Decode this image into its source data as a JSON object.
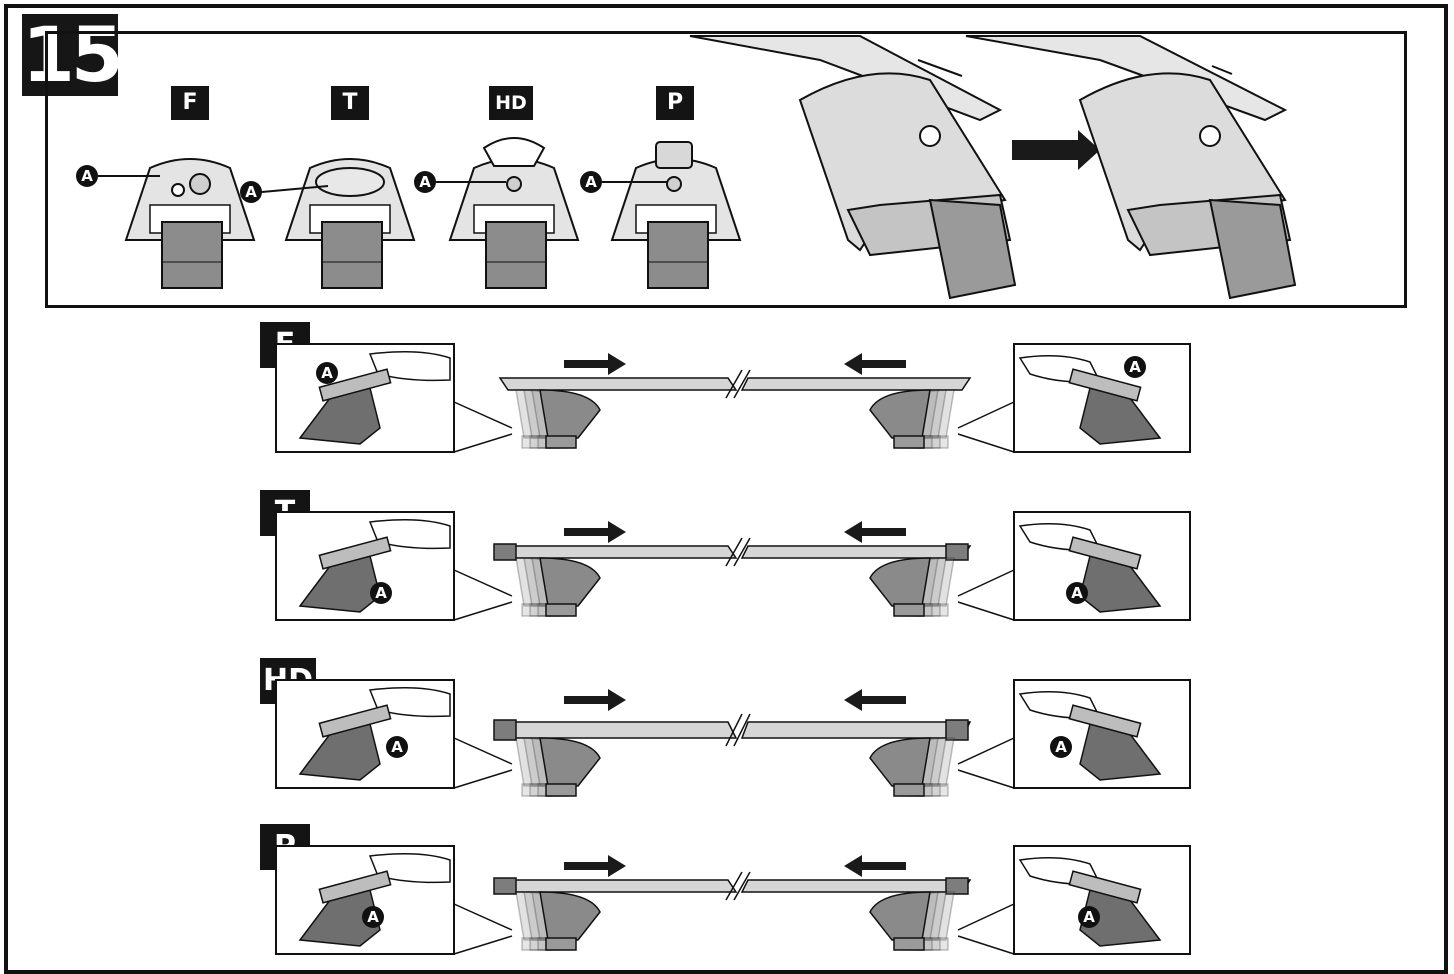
{
  "step": {
    "number": "15"
  },
  "types": {
    "f": "F",
    "t": "T",
    "hd": "HD",
    "p": "P"
  },
  "callout": {
    "label": "A"
  },
  "rows": [
    {
      "tag": "F",
      "variant": "flush"
    },
    {
      "tag": "T",
      "variant": "through"
    },
    {
      "tag": "HD",
      "variant": "heavy-duty"
    },
    {
      "tag": "P",
      "variant": "pro"
    }
  ],
  "colors": {
    "ink": "#111111",
    "bar_light": "#d9d9d9",
    "bar_mid": "#a9a9a9",
    "foot_dark": "#6e6e6e",
    "arrow": "#1a1a1a"
  },
  "icons": [
    "arrow-right-icon",
    "arrow-left-icon",
    "double-arrow-icon",
    "hand-icon"
  ]
}
